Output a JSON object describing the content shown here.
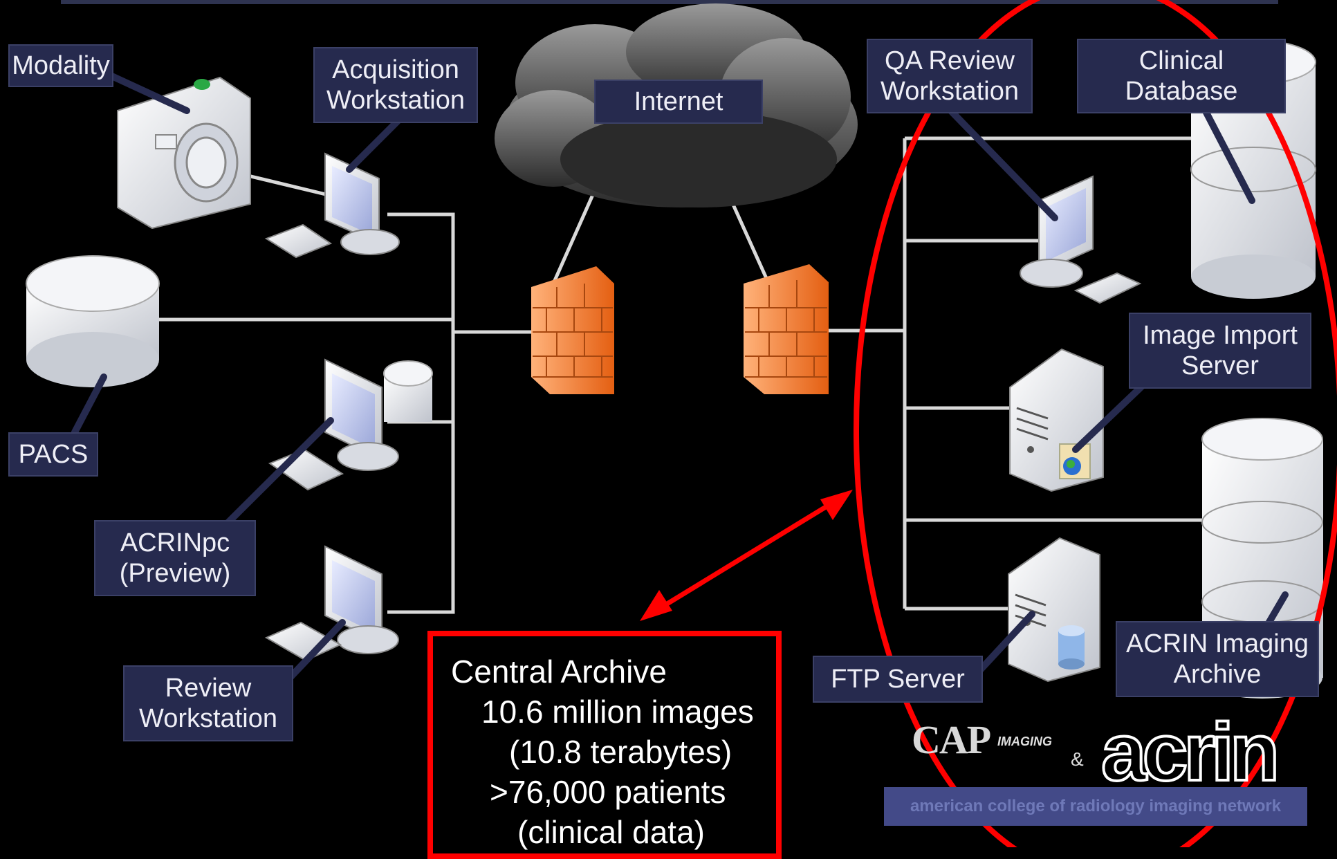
{
  "labels": {
    "modality": "Modality",
    "acquisition_workstation": "Acquisition\nWorkstation",
    "internet": "Internet",
    "qa_review_workstation": "QA Review\nWorkstation",
    "clinical_database": "Clinical\nDatabase",
    "pacs": "PACS",
    "image_import_server": "Image Import\nServer",
    "acrinpc": "ACRINpc\n(Preview)",
    "review_workstation": "Review\nWorkstation",
    "ftp_server": "FTP Server",
    "acrin_imaging_archive": "ACRIN Imaging\nArchive"
  },
  "central_archive": {
    "title": "Central Archive",
    "images": "10.6 million images",
    "size": "(10.8 terabytes)",
    "patients": ">76,000 patients",
    "patients_note": "(clinical data)"
  },
  "logos": {
    "cap": "CAP",
    "cap_sub": "IMAGING",
    "ampersand": "&",
    "acrin": "acrin",
    "acrin_tagline": "american college of radiology imaging network"
  },
  "colors": {
    "label_bg": "#262a4e",
    "highlight": "#ff0000",
    "wire": "#d9d9d9",
    "firewall": "#f07a2a"
  }
}
